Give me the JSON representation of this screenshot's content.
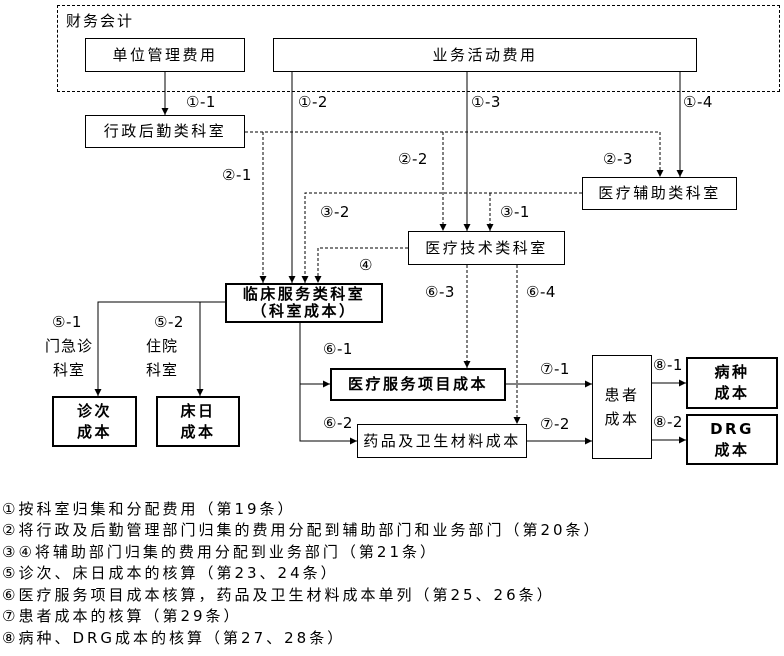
{
  "accounting_frame": {
    "label": "财务会计"
  },
  "expenses": {
    "unit_management": "单位管理费用",
    "business_activity": "业务活动费用"
  },
  "departments": {
    "admin_logistics": "行政后勤类科室",
    "medical_auxiliary": "医疗辅助类科室",
    "medical_technology": "医疗技术类科室",
    "clinical_service": {
      "line1": "临床服务类科室",
      "line2": "（科室成本）"
    }
  },
  "costs": {
    "service_item": "医疗服务项目成本",
    "drug_material": "药品及卫生材料成本",
    "patient": {
      "line1": "患者",
      "line2": "成本"
    },
    "disease": {
      "line1": "病种",
      "line2": "成本"
    },
    "drg": {
      "line1": "DRG",
      "line2": "成本"
    },
    "visit": {
      "line1": "诊次",
      "line2": "成本"
    },
    "bed_day": {
      "line1": "床日",
      "line2": "成本"
    }
  },
  "branch_notes": {
    "outpatient": {
      "line1": "门急诊",
      "line2": "科室"
    },
    "inpatient": {
      "line1": "住院",
      "line2": "科室"
    }
  },
  "steps": {
    "s1_1": "①-1",
    "s1_2": "①-2",
    "s1_3": "①-3",
    "s1_4": "①-4",
    "s2_1": "②-1",
    "s2_2": "②-2",
    "s2_3": "②-3",
    "s3_1": "③-1",
    "s3_2": "③-2",
    "s4": "④",
    "s5_1": "⑤-1",
    "s5_2": "⑤-2",
    "s6_1": "⑥-1",
    "s6_2": "⑥-2",
    "s6_3": "⑥-3",
    "s6_4": "⑥-4",
    "s7_1": "⑦-1",
    "s7_2": "⑦-2",
    "s8_1": "⑧-1",
    "s8_2": "⑧-2"
  },
  "legend": [
    "①按科室归集和分配费用（第19条）",
    "②将行政及后勤管理部门归集的费用分配到辅助部门和业务部门（第20条）",
    "③④将辅助部门归集的费用分配到业务部门（第21条）",
    "⑤诊次、床日成本的核算（第23、24条）",
    "⑥医疗服务项目成本核算，药品及卫生材料成本单列（第25、26条）",
    "⑦患者成本的核算（第29条）",
    "⑧病种、DRG成本的核算（第27、28条）"
  ]
}
